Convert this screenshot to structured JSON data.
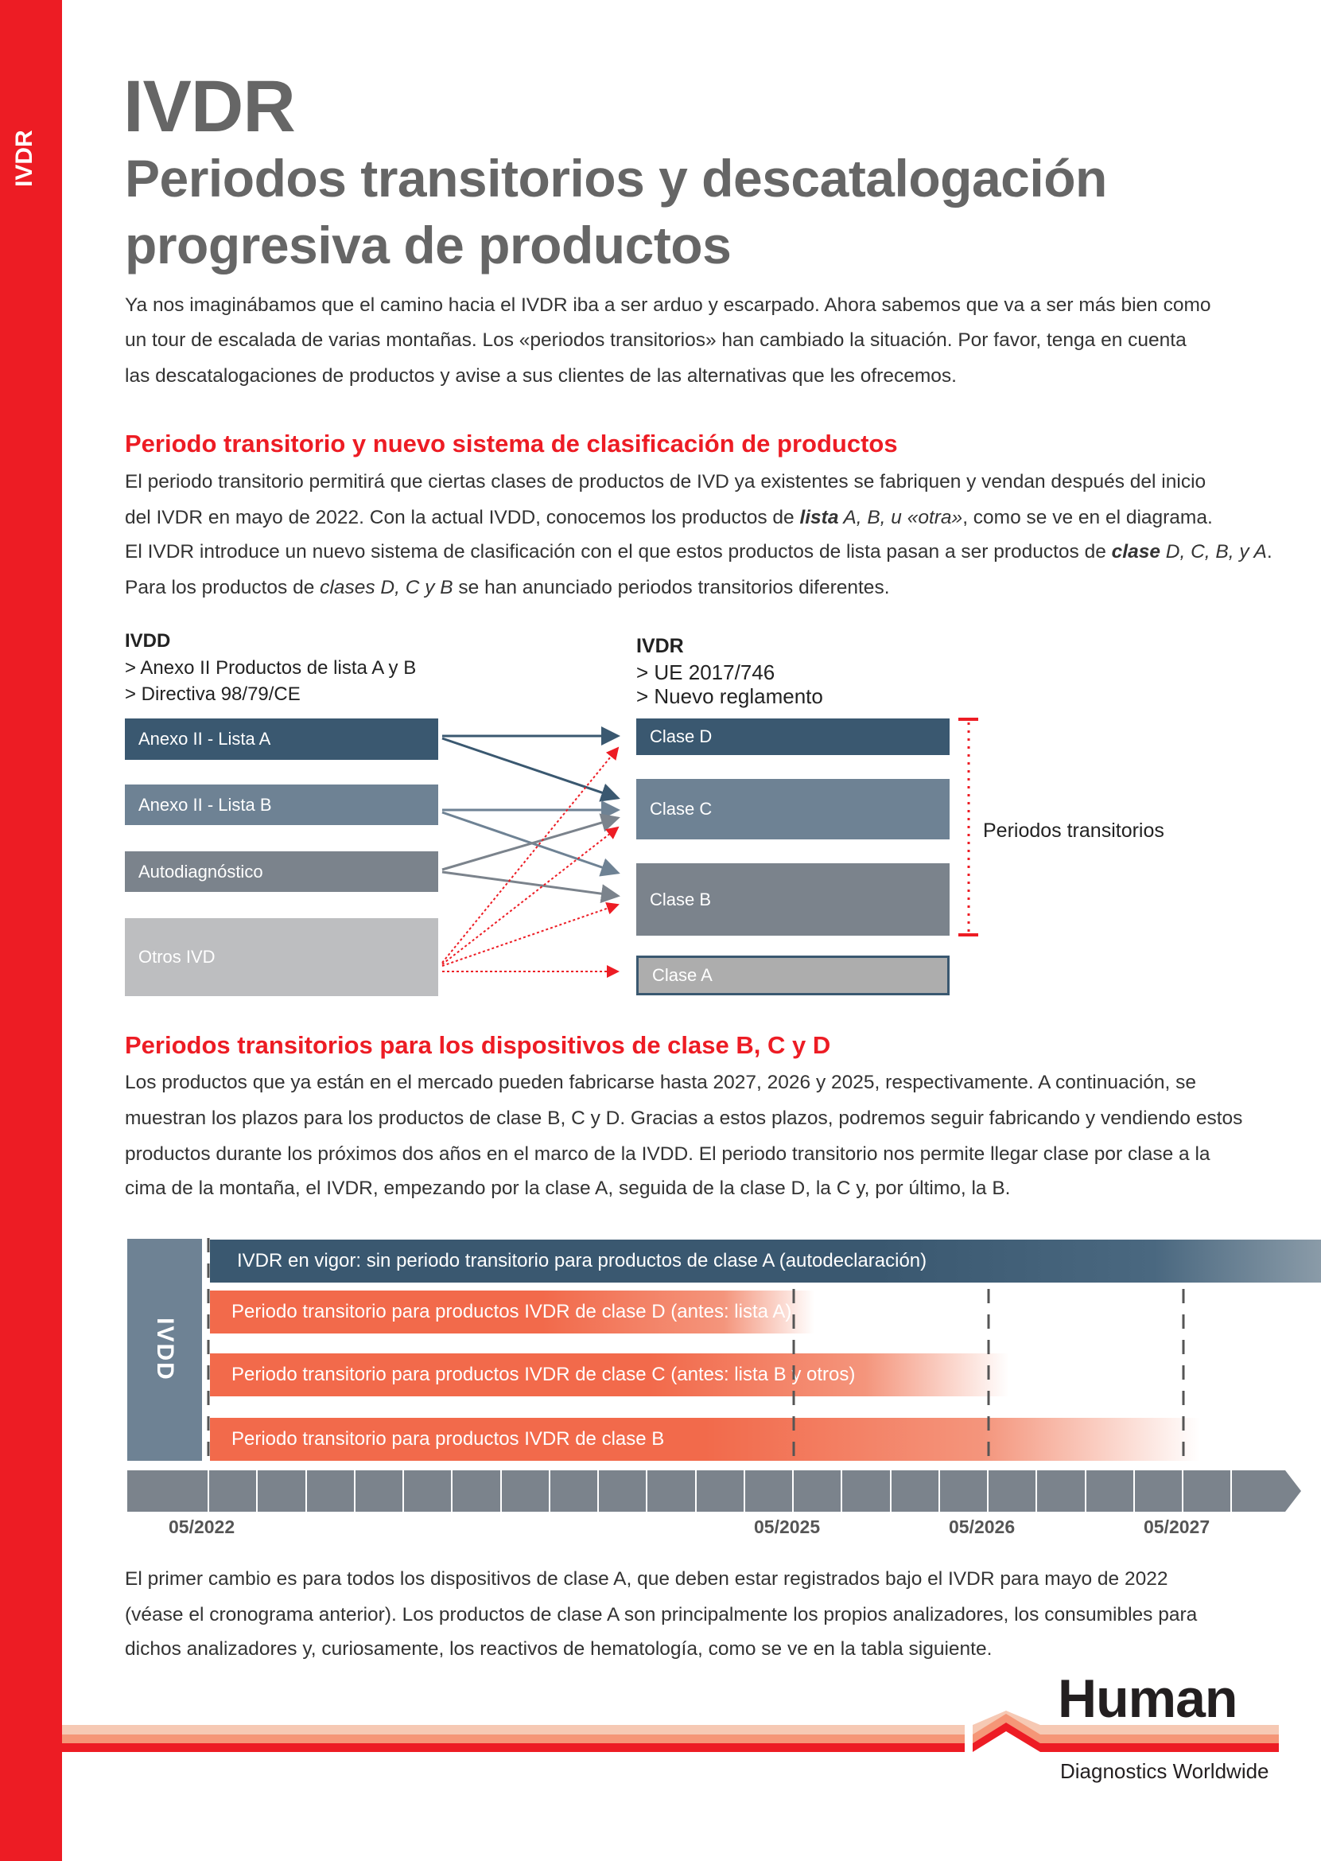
{
  "side_tag": "IVDR",
  "title": "IVDR",
  "subtitle": [
    "Periodos transitorios y descatalogación",
    "progresiva de productos"
  ],
  "intro": [
    "Ya nos imaginábamos que el camino hacia el IVDR iba a ser arduo y escarpado. Ahora sabemos que va a ser más bien como",
    "un tour de escalada de varias montañas. Los «periodos transitorios» han cambiado la situación. Por favor, tenga en cuenta",
    "las descatalogaciones de productos y avise a sus clientes de las alternativas que les ofrecemos."
  ],
  "section1": {
    "heading": "Periodo transitorio y nuevo sistema de clasificación de productos",
    "l1": "El periodo transitorio permitirá que ciertas clases de productos de IVD ya existentes se fabriquen y vendan después del inicio",
    "l2a": "del IVDR en mayo de 2022. Con la actual IVDD, conocemos los productos de ",
    "l2b": "lista",
    "l2c": " A, B, u «otra»",
    "l2d": ", como se ve en el diagrama.",
    "l3a": "El IVDR introduce un nuevo sistema de clasificación con el que estos productos de lista pasan a ser productos de ",
    "l3b": "clase",
    "l3c": " D, C, B, y A",
    ".": ".",
    "l3d": ".",
    "l4a": "Para los productos de ",
    "l4b": "clases D, C y B",
    "l4c": " se han anunciado periodos transitorios diferentes."
  },
  "diagram": {
    "left_title": "IVDD",
    "left_lines": [
      "> Anexo II Productos de lista A y B",
      "> Directiva 98/79/CE"
    ],
    "right_title": "IVDR",
    "right_lines": [
      "> UE 2017/746",
      "> Nuevo reglamento"
    ],
    "left_boxes": [
      "Anexo II - Lista A",
      "Anexo II - Lista B",
      "Autodiagnóstico",
      "Otros IVD"
    ],
    "right_boxes": [
      "Clase D",
      "Clase C",
      "Clase B",
      "Clase A"
    ],
    "bracket_label": "Periodos transitorios",
    "colors": {
      "dark": "#3A5870",
      "slate": "#6E8294",
      "gray": "#7B838C",
      "light": "#BDBEC0",
      "red": "#ED1C24"
    }
  },
  "section2": {
    "heading": "Periodos transitorios para los dispositivos de clase B, C y D",
    "lines": [
      "Los productos que ya están en el mercado pueden fabricarse hasta 2027, 2026 y 2025, respectivamente. A continuación, se",
      "muestran los plazos para los productos de clase B, C y D. Gracias a estos plazos, podremos seguir fabricando y vendiendo estos",
      "productos durante los próximos dos años en el marco de la IVDD. El periodo transitorio nos permite llegar clase por clase a la",
      "cima de la montaña, el IVDR, empezando por la clase A, seguida de la clase D, la C y, por último, la B."
    ]
  },
  "timeline": {
    "ivdd_label": "IVDD",
    "bars": [
      "IVDR en vigor: sin periodo transitorio para productos de clase A (autodeclaración)",
      "Periodo transitorio para productos IVDR de clase D (antes: lista A)",
      "Periodo transitorio para productos IVDR de clase C (antes: lista B y otros)",
      "Periodo transitorio para productos IVDR de clase B"
    ],
    "ticks": [
      "05/2022",
      "05/2025",
      "05/2026",
      "05/2027"
    ]
  },
  "closing": [
    "El primer cambio es para todos los dispositivos de clase A, que deben estar registrados bajo el IVDR para mayo de 2022",
    "(véase el cronograma anterior). Los productos de clase A son principalmente los propios analizadores, los consumibles para",
    "dichos analizadores y, curiosamente, los reactivos de hematología, como se ve en la tabla siguiente."
  ],
  "footer": {
    "logo": "Human",
    "tagline": "Diagnostics Worldwide"
  }
}
